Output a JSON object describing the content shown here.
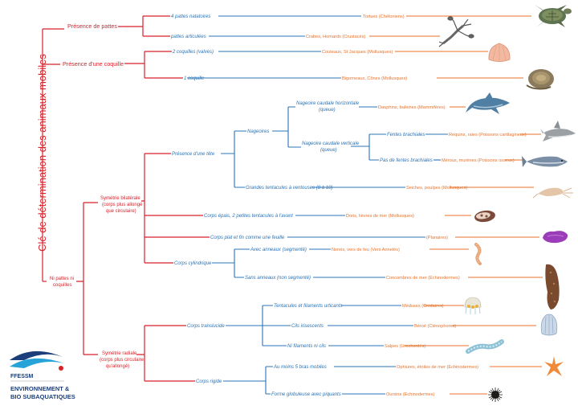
{
  "title": "Clé de détermination des animaux mobiles",
  "logo": {
    "acronym": "FFESSM",
    "line1": "ENVIRONNEMENT &",
    "line2": "BIO SUBAQUATIQUES"
  },
  "colors": {
    "red": "#d8222a",
    "blue": "#2b74b8",
    "orange": "#e8732a",
    "navy": "#1b3f7a"
  },
  "nodes": {
    "presence_pattes": "Présence de pattes",
    "presence_coquille": "Présence d'une coquille",
    "ni_pattes_1": "Ni pattes ni",
    "ni_pattes_2": "coquilles",
    "sym_bilat_1": "Symétrie bilatérale",
    "sym_bilat_2": "(corps plus allongé",
    "sym_bilat_3": "que circulaire)",
    "sym_rad_1": "Symétrie radiale",
    "sym_rad_2": "(corps plus circulaire",
    "sym_rad_3": "qu'allongé)",
    "pattes_natatoires": "4 pattes natatoires",
    "pattes_articulees": "pattes articulées",
    "deux_coquilles": "2 coquilles (valves)",
    "une_coquille": "1 coquille",
    "presence_tete": "Présence d'une tête",
    "nageoires": "Nageoires",
    "caudale_horiz_1": "Nageoire caudale horizontale",
    "caudale_horiz_2": "(queue)",
    "caudale_vert_1": "Nageoire caudale verticale",
    "caudale_vert_2": "(queue)",
    "fentes": "Fentes brachiales",
    "pas_fentes": "Pas de fentes brachiales",
    "tentacules_ventouses": "Grandes tentacules à ventouses (8 à 10)",
    "corps_epais": "Corps épais, 2 petites tentacules à l'avant",
    "corps_plat": "Corps plat et fin comme une feuille",
    "corps_cylindrique": "Corps cylindrique",
    "avec_anneaux": "Avec anneaux (segmenté)",
    "sans_anneaux": "Sans anneaux (non segmenté)",
    "corps_translucide": "Corps translucide",
    "tentacules_urticants": "Tentacules et filaments urticants",
    "cils_irisescents": "Cils irisescents",
    "ni_filaments": "Ni filaments ni cils",
    "corps_rigide": "Corps rigide",
    "cinq_bras": "Au moins 5 bras mobiles",
    "globuleuse": "Forme globuleuse avec piquants"
  },
  "results": {
    "tortues": "Tortues (Chéloniens)",
    "crabes": "Crabes, Homards (Crustacés)",
    "couteaux": "Couteaux, St Jacques (Mollusques)",
    "bigorneaux": "Bigorneaux, Cônes (Mollusques)",
    "dauphins": "Dauphins, baleines (Mammifères)",
    "requins": "Requins, raies (Poissons cartilagineux)",
    "merous": "Mérous, murènes (Poissons osseux)",
    "seiches": "Seiches, poulpes (Mollusques)",
    "doris": "Doris, lièvres de mer (Mollusques)",
    "planaires": "(Planaires)",
    "nereis": "Nereis, vers de feu (Vers Annelés)",
    "concombres": "Concombres de mer (Echinodermes)",
    "meduses": "Méduses (Cnidaires)",
    "beroe": "Béroé (Cténophores)",
    "salpes": "Salpes (Urochordés)",
    "ophiures": "Ophiures, étoiles de mer (Echinodermes)",
    "oursins": "Oursins (Echinodermes)"
  },
  "icons": [
    "turtle-icon",
    "lobster-icon",
    "scallop-icon",
    "snail-icon",
    "dolphin-icon",
    "shark-icon",
    "fish-icon",
    "squid-icon",
    "nudibranch-icon",
    "flatworm-icon",
    "annelid-icon",
    "sea-cucumber-icon",
    "jellyfish-icon",
    "comb-jelly-icon",
    "salp-icon",
    "starfish-icon",
    "sea-urchin-icon"
  ]
}
